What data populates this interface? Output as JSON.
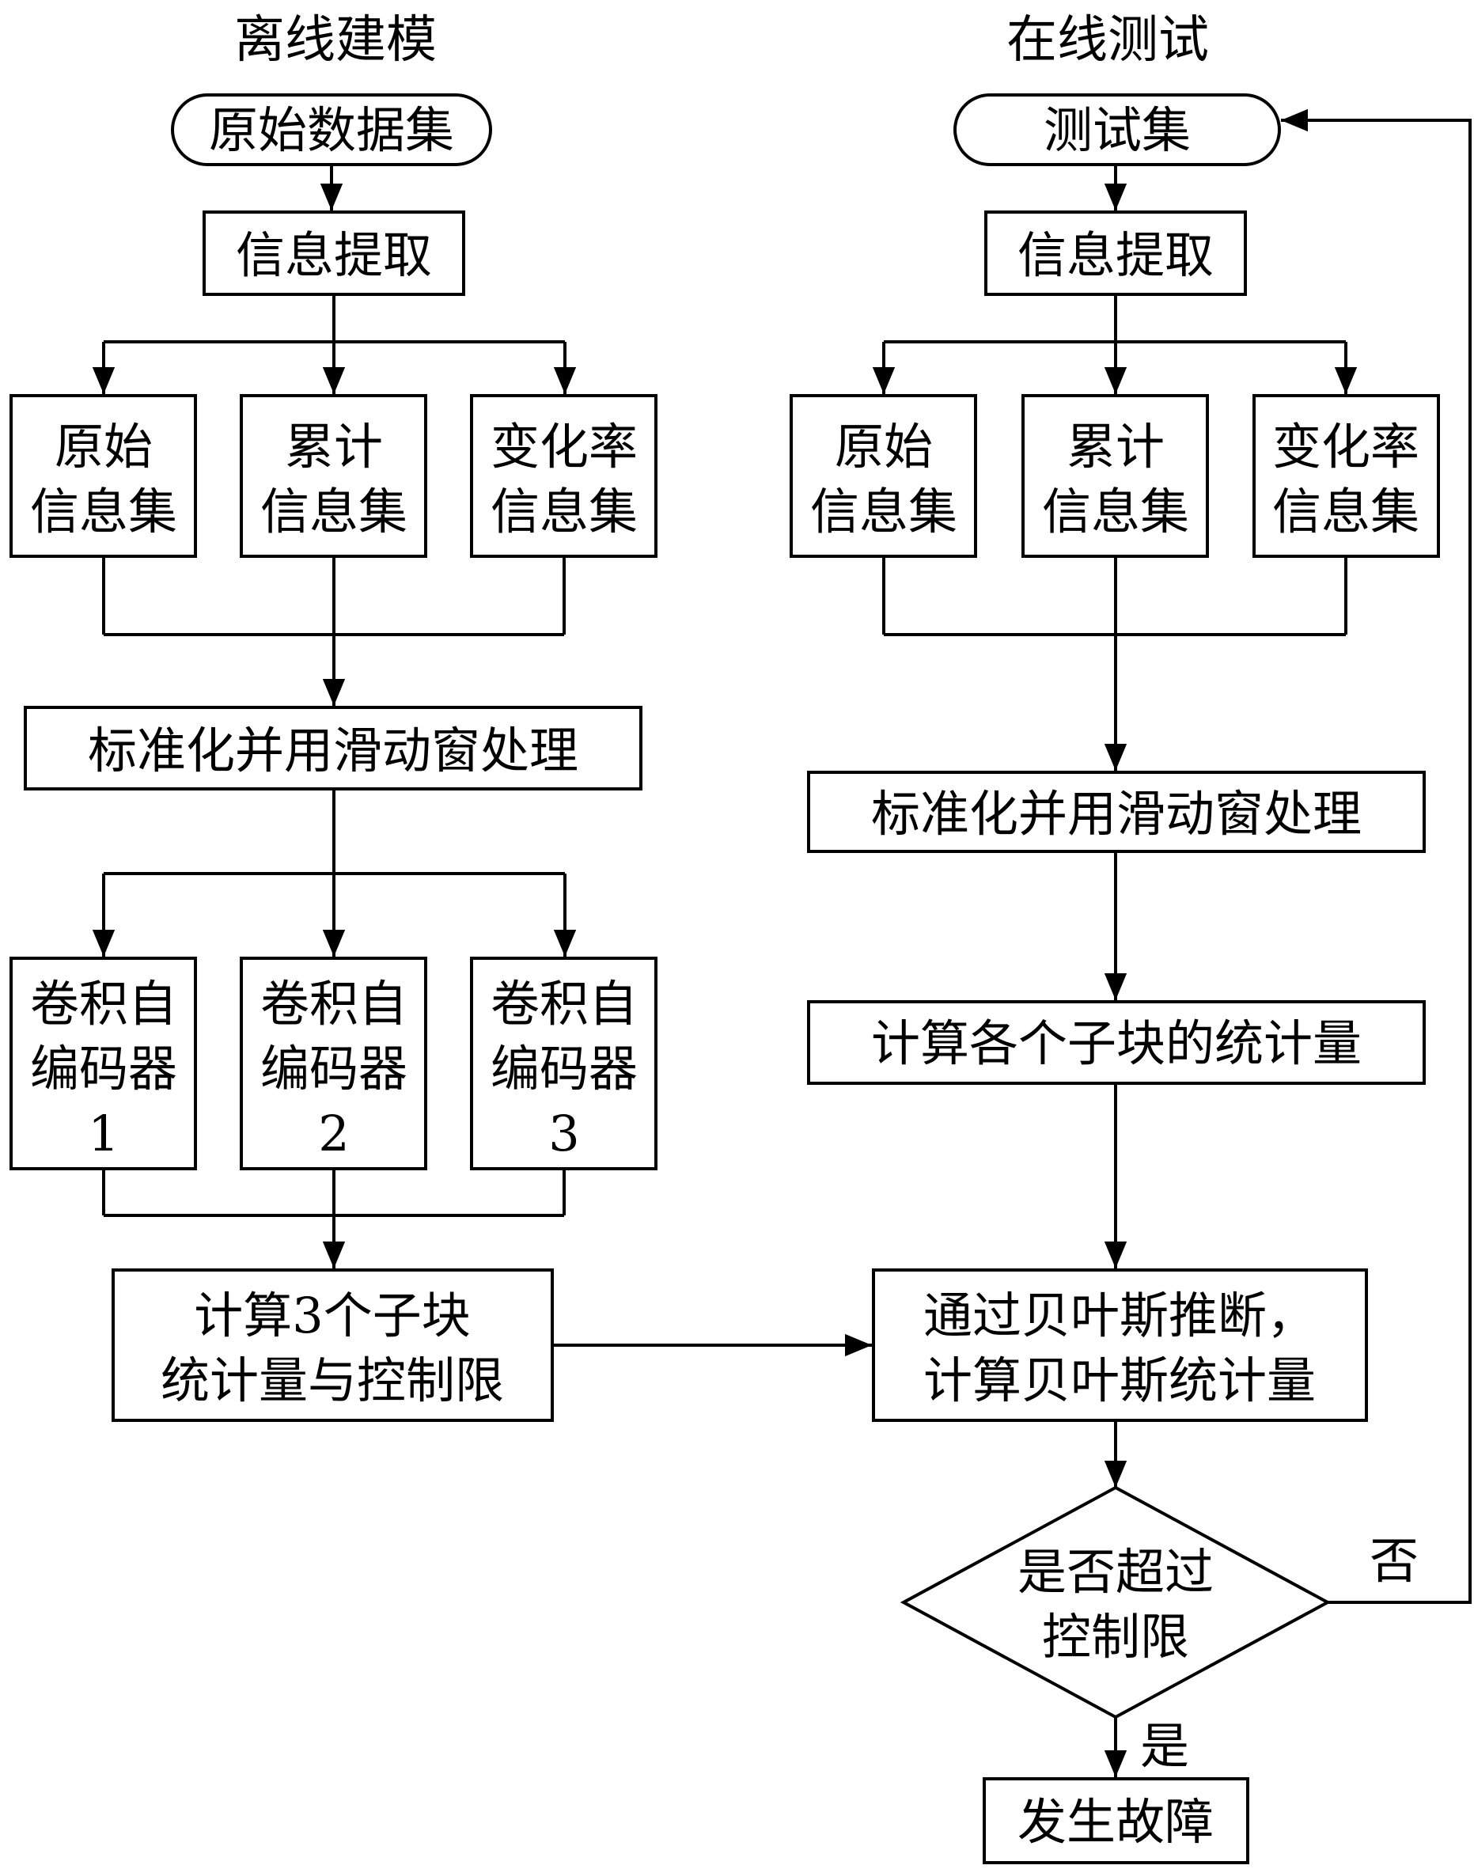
{
  "offline": {
    "title": "离线建模",
    "start": "原始数据集",
    "extract": "信息提取",
    "sets": [
      [
        "原始",
        "信息集"
      ],
      [
        "累计",
        "信息集"
      ],
      [
        "变化率",
        "信息集"
      ]
    ],
    "normalize": "标准化并用滑动窗处理",
    "encoders": [
      [
        "卷积自",
        "编码器",
        "1"
      ],
      [
        "卷积自",
        "编码器",
        "2"
      ],
      [
        "卷积自",
        "编码器",
        "3"
      ]
    ],
    "compute": [
      "计算3个子块",
      "统计量与控制限"
    ]
  },
  "online": {
    "title": "在线测试",
    "start": "测试集",
    "extract": "信息提取",
    "sets": [
      [
        "原始",
        "信息集"
      ],
      [
        "累计",
        "信息集"
      ],
      [
        "变化率",
        "信息集"
      ]
    ],
    "normalize": "标准化并用滑动窗处理",
    "stats": "计算各个子块的统计量",
    "bayes": [
      "通过贝叶斯推断，",
      "计算贝叶斯统计量"
    ],
    "decision": [
      "是否超过",
      "控制限"
    ],
    "no_label": "否",
    "yes_label": "是",
    "fault": "发生故障"
  }
}
